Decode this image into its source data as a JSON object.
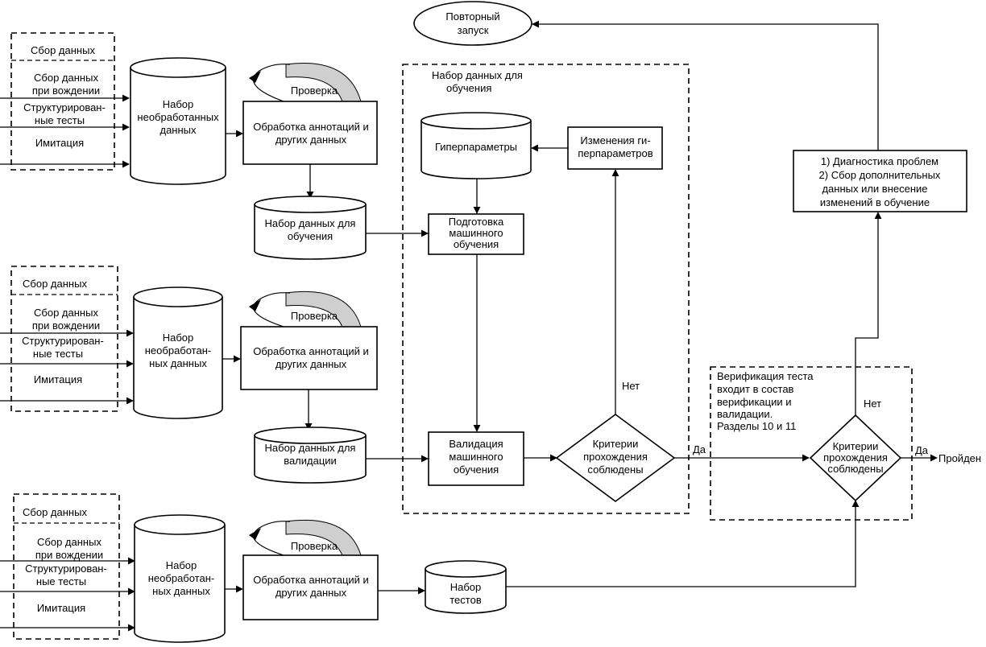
{
  "groups": [
    {
      "source": "Сбор данных",
      "inputs": [
        "Сбор данных",
        "при вождении",
        "Структурирован-",
        "ные  тесты",
        "Имитация"
      ],
      "raw": [
        "Набор",
        "необработанных",
        "данных"
      ],
      "check": "Проверка",
      "proc": [
        "Обработка аннотаций и",
        "других данных"
      ]
    },
    {
      "source": "Сбор данных",
      "inputs": [
        "Сбор данных",
        "при вождении",
        "Структурирован-",
        "ные тесты",
        "Имитация"
      ],
      "raw": [
        "Набор",
        "необработан-",
        "ных данных"
      ],
      "check": "Проверка",
      "proc": [
        "Обработка аннотаций и",
        "других данных"
      ]
    },
    {
      "source": "Сбор данных",
      "inputs": [
        "Сбор данных",
        "при вождении",
        "Структурирован-",
        "ные тесты",
        "Имитация"
      ],
      "raw": [
        "Набор",
        "необработан-",
        "ных данных"
      ],
      "check": "Проверка",
      "proc": [
        "Обработка аннотаций и",
        "других данных"
      ]
    }
  ],
  "train_dataset": [
    "Набор данных для",
    "обучения"
  ],
  "val_dataset": [
    "Набор данных для",
    "валидации"
  ],
  "test_dataset": [
    "Набор",
    "тестов"
  ],
  "training_region": [
    "Набор данных для",
    "обучения"
  ],
  "hyperparams": "Гиперпараметры",
  "hyper_change": [
    "Изменения ги-",
    "перпараметров"
  ],
  "ml_prep": [
    "Подготовка",
    "машинного",
    "обучения"
  ],
  "ml_val": [
    "Валидация",
    "машинного",
    "обучения"
  ],
  "criteria1": [
    "Критерии",
    "прохождения",
    "соблюдены"
  ],
  "criteria2": [
    "Критерии",
    "прохождения",
    "соблюдены"
  ],
  "no1": "Нет",
  "yes1": "Да",
  "no2": "Нет",
  "yes2": "Да",
  "passed": "Пройден",
  "restart": [
    "Повторный",
    "запуск"
  ],
  "diagnostics": [
    "1) Диагностика проблем",
    "2) Сбор дополнительных",
    "данных или внесение",
    "изменений в обучение"
  ],
  "verification": [
    "Верификация теста",
    "входит в состав",
    "верификации и",
    "валидации.",
    "Разделы 10 и 11"
  ]
}
